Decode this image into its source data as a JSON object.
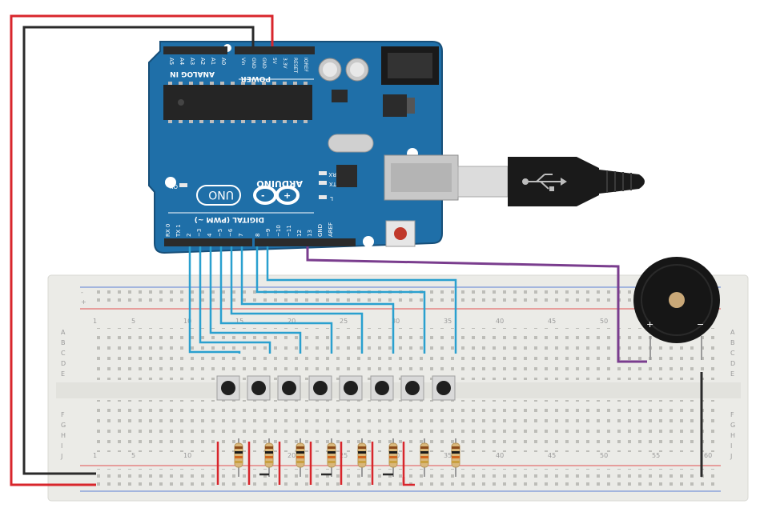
{
  "colors": {
    "board": "#1f6fa8",
    "board_dark": "#174f79",
    "breadboard": "#ebebe7",
    "wire_red": "#d8262c",
    "wire_black": "#2a2a2a",
    "wire_blue": "#2aa0cf",
    "wire_purple": "#7a3d8e",
    "rail_red": "#e05050",
    "rail_blue": "#5b7fd6"
  },
  "arduino": {
    "brand": "ARDUINO",
    "model": "UNO",
    "analog_label": "ANALOG IN",
    "power_label": "POWER",
    "digital_label": "DIGITAL (PWM ~)",
    "analog_pins": [
      "A5",
      "A4",
      "A3",
      "A2",
      "A1",
      "A0"
    ],
    "power_pins": [
      "Vin",
      "GND",
      "GND",
      "5V",
      "3.3V",
      "RESET",
      "IOREF"
    ],
    "digital_pins": [
      "RX 0",
      "TX 1",
      "2",
      "~3",
      "4",
      "~5",
      "~6",
      "7",
      "8",
      "~9",
      "~10",
      "~11",
      "12",
      "13",
      "GND",
      "AREF"
    ],
    "led_labels": [
      "RX",
      "TX",
      "L",
      "ON"
    ]
  },
  "breadboard": {
    "rows": [
      "A",
      "B",
      "C",
      "D",
      "E",
      "F",
      "G",
      "H",
      "I",
      "J"
    ],
    "column_numbers": [
      "1",
      "5",
      "10",
      "15",
      "20",
      "25",
      "30",
      "35",
      "40",
      "45",
      "50",
      "55",
      "60"
    ],
    "rail_signs": [
      "+",
      "-"
    ]
  },
  "buzzer": {
    "pin_plus": "+",
    "pin_minus": "−"
  },
  "counts": {
    "buttons": 8,
    "resistors": 8
  }
}
